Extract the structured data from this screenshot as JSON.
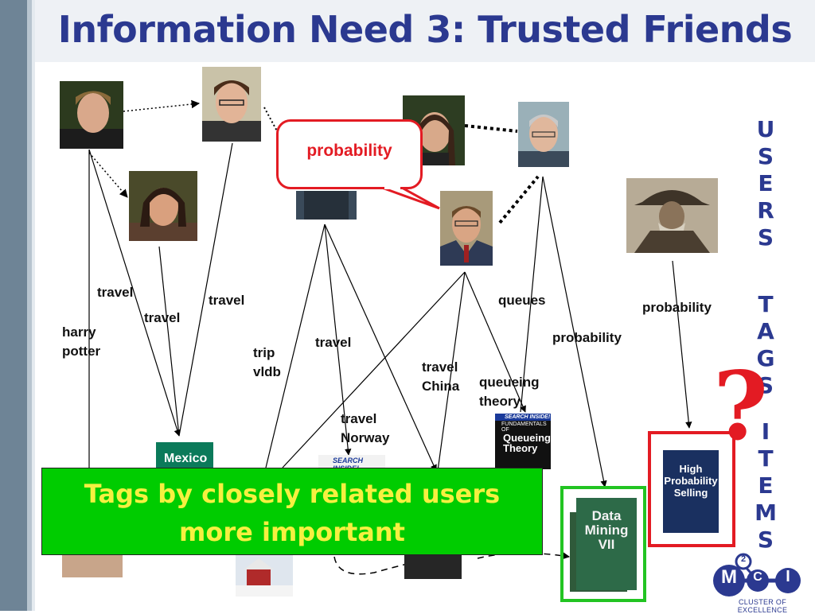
{
  "title": "Information Need 3: Trusted Friends",
  "bubble": "probability",
  "sidebar_users": [
    "U",
    "S",
    "E",
    "R",
    "S"
  ],
  "sidebar_tags": [
    "T",
    "A",
    "G",
    "S"
  ],
  "sidebar_items": [
    "I",
    "T",
    "E",
    "M",
    "S"
  ],
  "question_mark": "?",
  "tags": {
    "travel_1": "travel",
    "travel_2": "travel",
    "travel_3": "travel",
    "harry_potter": "harry\npotter",
    "trip_vldb": "trip\nvldb",
    "travel_4": "travel",
    "travel_norway": "travel\nNorway",
    "travel_china": "travel\nChina",
    "queues": "queues",
    "queueing_theory": "queueing\ntheory",
    "probability_1": "probability",
    "probability_2": "probability"
  },
  "banner": {
    "line1": "Tags by closely related users",
    "line2": "more important"
  },
  "books": {
    "mexico": "Mexico",
    "search_inside_1": "SEARCH INSIDE!",
    "search_inside_2": "SEARCH INSIDE!",
    "queueing_theory_title": "Queueing\nTheory",
    "fundamentals": "FUNDAMENTALS OF",
    "data_mining": "Data\nMining\nVII",
    "high_prob": "High\nProbability\nSelling"
  },
  "logo": {
    "m": "M",
    "two": "2",
    "c": "C",
    "i": "I",
    "caption": "CLUSTER OF EXCELLENCE"
  },
  "colors": {
    "title": "#2b3990",
    "accent_red": "#e31b23",
    "banner_green": "#00cc00",
    "banner_text": "#f6f040",
    "highlight_green": "#22c422"
  }
}
